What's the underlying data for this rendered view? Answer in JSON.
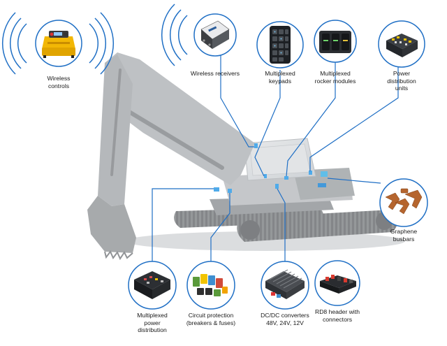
{
  "accent_color": "#1f6fc5",
  "callouts": [
    {
      "id": "wireless-controls",
      "label": "Wireless\ncontrols",
      "icon": "wireless-controller-icon"
    },
    {
      "id": "wireless-receivers",
      "label": "Wireless receivers",
      "icon": "wireless-receiver-icon"
    },
    {
      "id": "multiplexed-keypads",
      "label": "Multiplexed\nkeypads",
      "icon": "keypad-icon"
    },
    {
      "id": "multiplexed-rocker-modules",
      "label": "Multiplexed\nrocker modules",
      "icon": "rocker-module-icon"
    },
    {
      "id": "power-distribution-units",
      "label": "Power\ndistribution\nunits",
      "icon": "power-distribution-unit-icon"
    },
    {
      "id": "graphene-busbars",
      "label": "Graphene\nbusbars",
      "icon": "busbar-icon"
    },
    {
      "id": "multiplexed-power-distribution",
      "label": "Multiplexed\npower\ndistribution",
      "icon": "power-distribution-module-icon"
    },
    {
      "id": "circuit-protection",
      "label": "Circuit protection\n(breakers & fuses)",
      "icon": "fuse-breaker-icon"
    },
    {
      "id": "dcdc-converters",
      "label": "DC/DC converters\n48V, 24V, 12V",
      "icon": "dcdc-converter-icon"
    },
    {
      "id": "rd8-header",
      "label": "RD8 header with\nconnectors",
      "icon": "connector-header-icon"
    }
  ]
}
